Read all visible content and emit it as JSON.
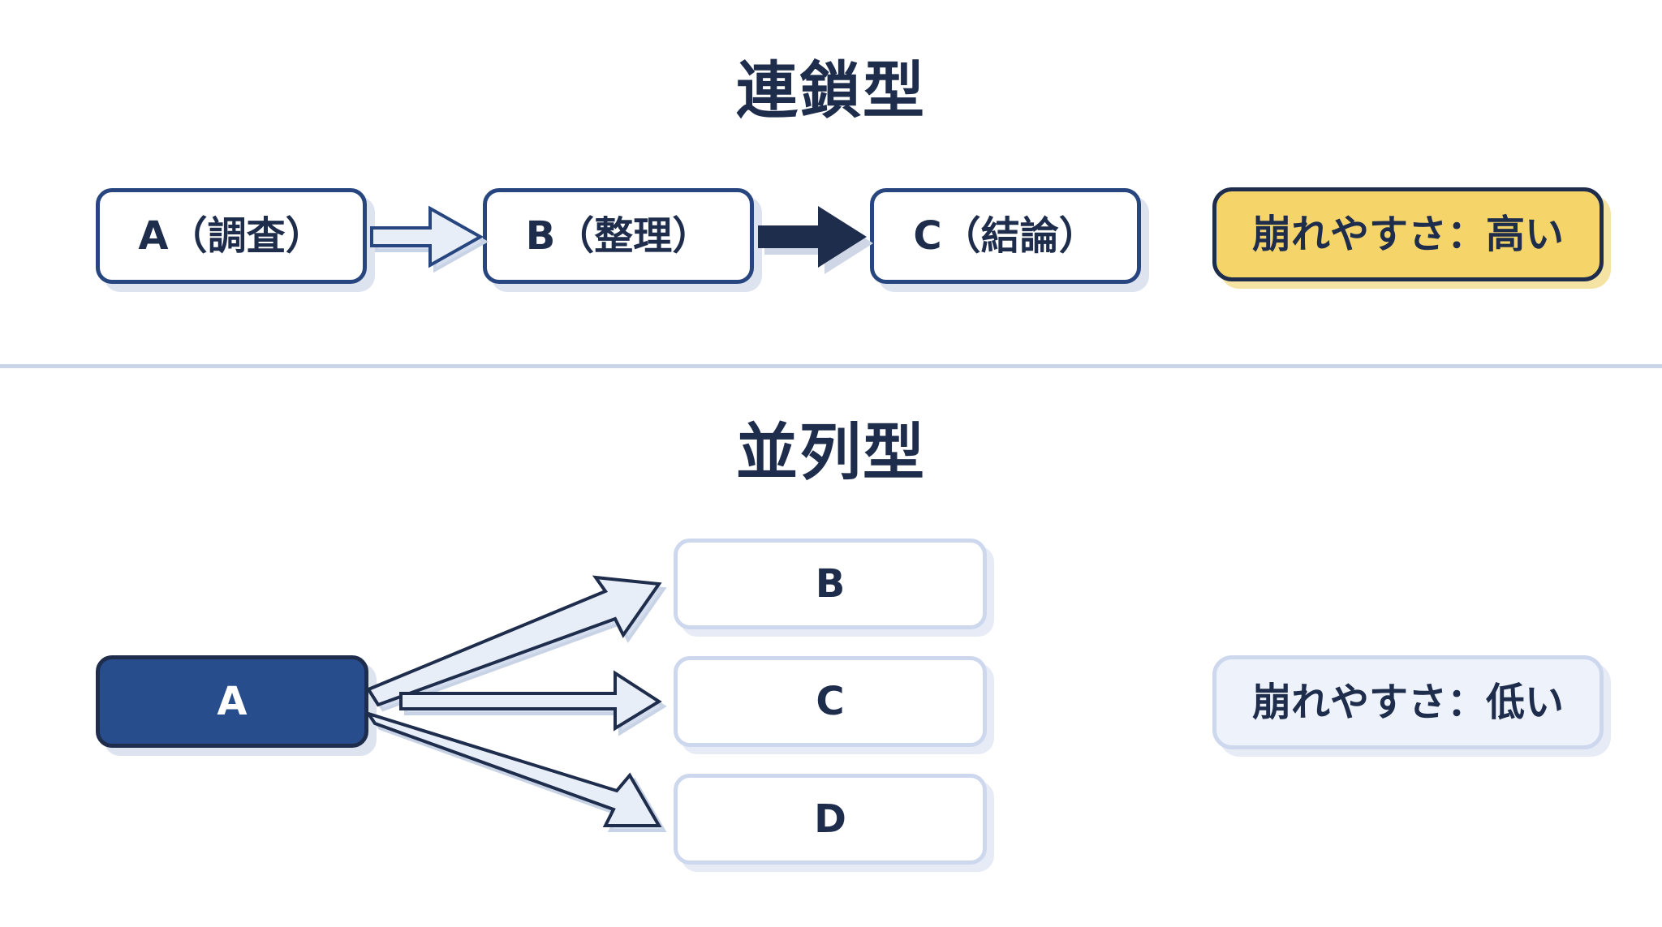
{
  "chain": {
    "title": "連鎖型",
    "nodes": [
      "A（調査）",
      "B（整理）",
      "C（結論）"
    ],
    "fragility": "崩れやすさ：高い"
  },
  "parallel": {
    "title": "並列型",
    "source": "A",
    "targets": [
      "B",
      "C",
      "D"
    ],
    "fragility": "崩れやすさ：低い"
  },
  "colors": {
    "navy": "#1f2d4d",
    "blue": "#284d8d",
    "highlight": "#f5d46a",
    "light_border": "#cdd8ee",
    "divider": "#c9d5e8"
  }
}
